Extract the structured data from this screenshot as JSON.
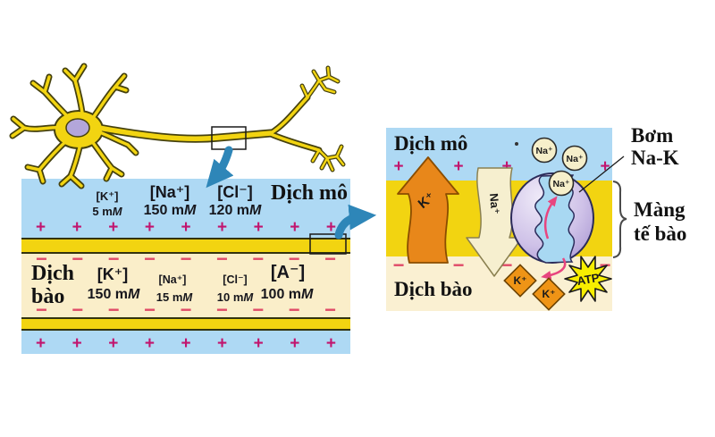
{
  "left_panel": {
    "extracellular_label": "Dịch mô",
    "intracellular_label_line1": "Dịch",
    "intracellular_label_line2": "bào",
    "extracellular_ions": [
      {
        "ion": "[K⁺]",
        "amount": "5 m",
        "unit": "M"
      },
      {
        "ion": "[Na⁺]",
        "amount": "150 m",
        "unit": "M"
      },
      {
        "ion": "[Cl⁻]",
        "amount": "120 m",
        "unit": "M"
      }
    ],
    "intracellular_ions": [
      {
        "ion": "[K⁺]",
        "amount": "150 m",
        "unit": "M"
      },
      {
        "ion": "[Na⁺]",
        "amount": "15 m",
        "unit": "M"
      },
      {
        "ion": "[Cl⁻]",
        "amount": "10 m",
        "unit": "M"
      },
      {
        "ion": "[A⁻]",
        "amount": "100 m",
        "unit": "M"
      }
    ],
    "plus_signs": [
      "+",
      "+",
      "+",
      "+",
      "+",
      "+",
      "+",
      "+",
      "+"
    ],
    "minus_signs": [
      "−",
      "−",
      "−",
      "−",
      "−",
      "−",
      "−",
      "−",
      "−"
    ]
  },
  "right_panel": {
    "extracellular_label": "Dịch mô",
    "intracellular_label": "Dịch bào",
    "pump_label_line1": "Bơm",
    "pump_label_line2": "Na-K",
    "membrane_label_line1": "Màng",
    "membrane_label_line2": "tế bào",
    "k_arrow_label": "K⁺",
    "na_arrow_label": "Na⁺",
    "na_ions": [
      "Na⁺",
      "Na⁺",
      "Na⁺"
    ],
    "k_ions": [
      "K⁺",
      "K⁺"
    ],
    "atp_label": "ATP",
    "plus_signs": [
      "+",
      "+",
      "+",
      "+"
    ],
    "minus_signs": [
      "−",
      "−",
      "−",
      "−"
    ]
  },
  "colors": {
    "extracellular_fluid": "#aed9f4",
    "membrane": "#f2d411",
    "cytoplasm": "#faeec9",
    "plus_sign": "#c1156e",
    "minus_sign": "#e04a68",
    "neuron_fill": "#f2d411",
    "nucleus": "#b3a6da",
    "k_pump_arrow": "#e8871a",
    "na_leak_arrow": "#f6efcf",
    "pump_body": "#c4b4e2",
    "atp_star": "#f7ee00",
    "zoom_arrow": "#2e86b8",
    "pink_arrow": "#e8457f"
  }
}
